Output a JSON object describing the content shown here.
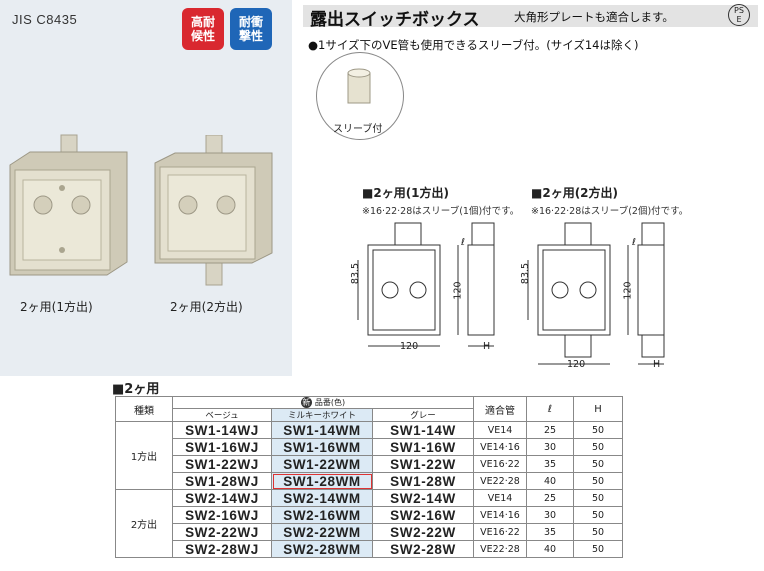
{
  "standard": "JIS  C8435",
  "badges": {
    "heat": "高耐\n候性",
    "impact": "耐衝\n撃性"
  },
  "photo_captions": {
    "one_way": "2ヶ用(1方出)",
    "two_way": "2ヶ用(2方出)"
  },
  "title": "露出スイッチボックス",
  "subtitle": "大角形プレートも適合します。",
  "pse_mark": "PS\nE",
  "note": "●1サイズ下のVE管も使用できるスリーブ付。(サイズ14は除く)",
  "sleeve_label": "スリーブ付",
  "drawings": [
    {
      "title": "■2ヶ用(1方出)",
      "sub": "※16·22·28はスリーブ(1個)付です。",
      "width_label": "120",
      "height_label": "83.5",
      "depth_label": "120",
      "l_label": "ℓ",
      "h_label": "H"
    },
    {
      "title": "■2ヶ用(2方出)",
      "sub": "※16·22·28はスリーブ(2個)付です。",
      "width_label": "120",
      "height_label": "83.5",
      "depth_label": "120",
      "l_label": "ℓ",
      "h_label": "H"
    }
  ],
  "table": {
    "section_title": "■2ヶ用",
    "headers": {
      "kind": "種類",
      "part_no": "品番(色)",
      "beige": "ベージュ",
      "milky": "ミルキーホワイト",
      "gray": "グレー",
      "pipe": "適合管",
      "l": "ℓ",
      "h": "H",
      "new_badge": "新"
    },
    "groups": [
      {
        "kind": "1方出",
        "rows": [
          {
            "beige": "SW1-14WJ",
            "milky": "SW1-14WM",
            "gray": "SW1-14W",
            "pipe": "VE14",
            "l": "25",
            "h": "50"
          },
          {
            "beige": "SW1-16WJ",
            "milky": "SW1-16WM",
            "gray": "SW1-16W",
            "pipe": "VE14·16",
            "l": "30",
            "h": "50"
          },
          {
            "beige": "SW1-22WJ",
            "milky": "SW1-22WM",
            "gray": "SW1-22W",
            "pipe": "VE16·22",
            "l": "35",
            "h": "50"
          },
          {
            "beige": "SW1-28WJ",
            "milky": "SW1-28WM",
            "gray": "SW1-28W",
            "pipe": "VE22·28",
            "l": "40",
            "h": "50"
          }
        ]
      },
      {
        "kind": "2方出",
        "rows": [
          {
            "beige": "SW2-14WJ",
            "milky": "SW2-14WM",
            "gray": "SW2-14W",
            "pipe": "VE14",
            "l": "25",
            "h": "50"
          },
          {
            "beige": "SW2-16WJ",
            "milky": "SW2-16WM",
            "gray": "SW2-16W",
            "pipe": "VE14·16",
            "l": "30",
            "h": "50"
          },
          {
            "beige": "SW2-22WJ",
            "milky": "SW2-22WM",
            "gray": "SW2-22W",
            "pipe": "VE16·22",
            "l": "35",
            "h": "50"
          },
          {
            "beige": "SW2-28WJ",
            "milky": "SW2-28WM",
            "gray": "SW2-28W",
            "pipe": "VE22·28",
            "l": "40",
            "h": "50"
          }
        ]
      }
    ]
  },
  "colors": {
    "badge_heat": "#d9282f",
    "badge_impact": "#1f66b7",
    "milky_column": "#dceaf5",
    "panel_bg": "#e8edf2"
  }
}
